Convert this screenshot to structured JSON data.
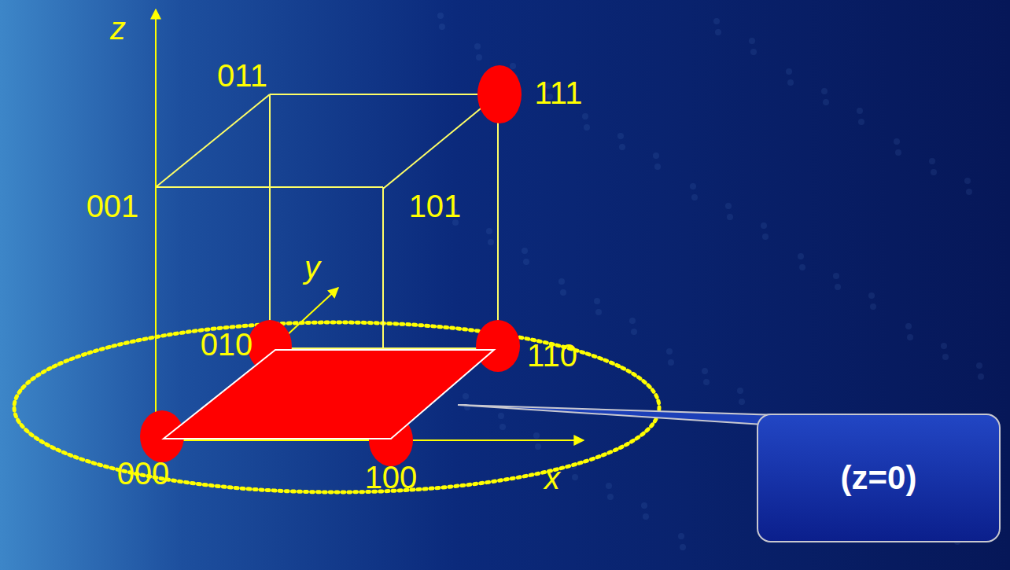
{
  "diagram": {
    "nodes": [
      {
        "text": [
          "(z=0)"
        ]
      }
    ],
    "edges": [],
    "labels": [
      "z",
      "011",
      "111",
      "001",
      "101",
      "y",
      "010",
      "110",
      "000",
      "100",
      "x"
    ]
  }
}
